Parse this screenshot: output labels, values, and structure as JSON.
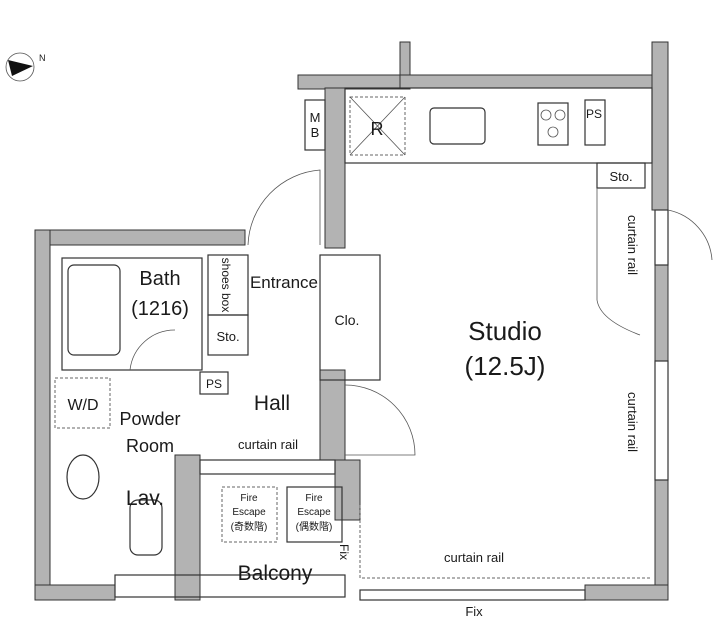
{
  "compass": {
    "label": "N"
  },
  "rooms": {
    "studio": {
      "name": "Studio",
      "size": "(12.5J)"
    },
    "bath": {
      "name": "Bath",
      "size": "(1216)"
    },
    "entrance": "Entrance",
    "shoes_box": "shoes box",
    "sto_entrance": "Sto.",
    "closet": "Clo.",
    "ps_hall": "PS",
    "hall": "Hall",
    "wd": "W/D",
    "powder_room": [
      "Powder",
      "Room"
    ],
    "lav": "Lav.",
    "balcony": "Balcony",
    "mb": [
      "M",
      "B"
    ],
    "refrigerator": "R",
    "ps_kitchen": "PS",
    "sto_studio": "Sto."
  },
  "annotations": {
    "curtain_rail_hall": "curtain rail",
    "curtain_rail_bottom": "curtain rail",
    "curtain_rail_right_top": "curtain rail",
    "curtain_rail_right_bottom": "curtain rail",
    "fix_vertical": "Fix",
    "fix_bottom": "Fix",
    "fire_escape_odd": [
      "Fire",
      "Escape",
      "(奇数階)"
    ],
    "fire_escape_even": [
      "Fire",
      "Escape",
      "(偶数階)"
    ]
  }
}
